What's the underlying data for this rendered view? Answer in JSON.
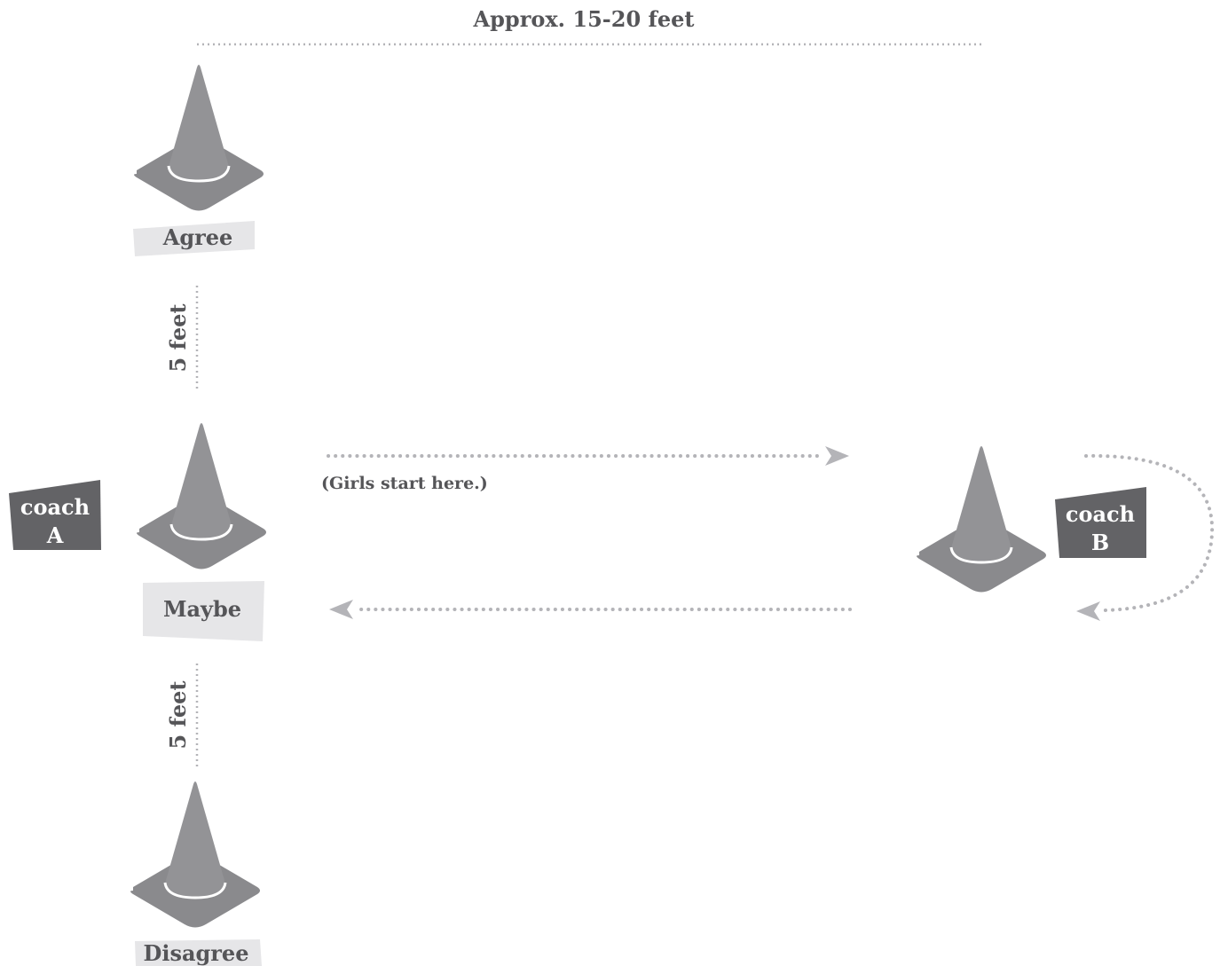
{
  "title": "Approx. 15-20 feet",
  "cones": {
    "agree": {
      "label": "Agree"
    },
    "maybe": {
      "label": "Maybe"
    },
    "disagree": {
      "label": "Disagree"
    },
    "far": {
      "label": ""
    }
  },
  "distances": {
    "upper": "5 feet",
    "lower": "5 feet"
  },
  "start_note": "(Girls start here.)",
  "coach_a": {
    "line1": "coach",
    "line2": "A"
  },
  "coach_b": {
    "line1": "coach",
    "line2": "B"
  },
  "colors": {
    "cone": "#939396",
    "cone_base": "#8a8a8d",
    "label_bg": "#e6e6e8",
    "coach_bg": "#636366",
    "text": "#555558",
    "dotted": "#b4b4b8"
  },
  "icons": {
    "cone": "traffic-cone-icon",
    "arrow": "arrowhead-icon"
  }
}
